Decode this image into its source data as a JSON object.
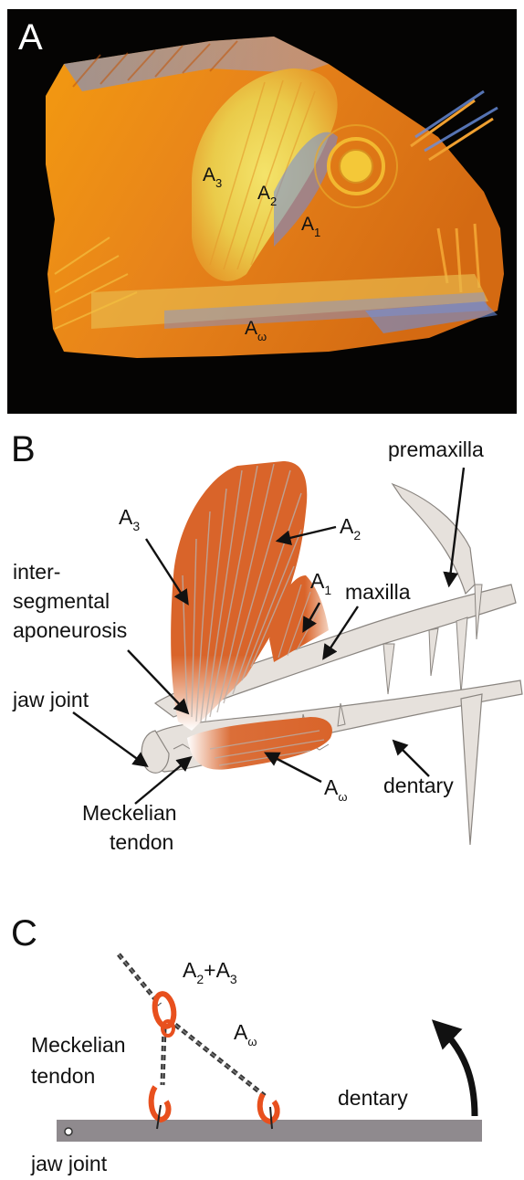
{
  "panel_a": {
    "letter": "A",
    "labels": {
      "a3": {
        "base": "A",
        "sub": "3"
      },
      "a2": {
        "base": "A",
        "sub": "2"
      },
      "a1": {
        "base": "A",
        "sub": "1"
      },
      "aw": {
        "base": "A",
        "sub": "ω"
      }
    }
  },
  "panel_b": {
    "letter": "B",
    "labels": {
      "premaxilla": "premaxilla",
      "a3": {
        "base": "A",
        "sub": "3"
      },
      "a2": {
        "base": "A",
        "sub": "2"
      },
      "a1": {
        "base": "A",
        "sub": "1"
      },
      "inter_line1": "inter-",
      "inter_line2": "segmental",
      "inter_line3": "aponeurosis",
      "maxilla": "maxilla",
      "jaw_joint": "jaw joint",
      "dentary": "dentary",
      "aw": {
        "base": "A",
        "sub": "ω"
      },
      "meckelian_line1": "Meckelian",
      "meckelian_line2": "tendon"
    }
  },
  "panel_c": {
    "letter": "C",
    "labels": {
      "a2a3": {
        "a": "A",
        "sub1": "2",
        "plus": "+A",
        "sub2": "3"
      },
      "aw": {
        "base": "A",
        "sub": "ω"
      },
      "meckelian_line1": "Meckelian",
      "meckelian_line2": "tendon",
      "dentary": "dentary",
      "jaw_joint": "jaw joint"
    }
  },
  "colors": {
    "muscle": "#d9642a",
    "bone": "#e6e1dc",
    "chain": "#333333",
    "link_orange": "#e8501e",
    "bar": "#8f8a8e",
    "scan_bg": "#050403"
  }
}
